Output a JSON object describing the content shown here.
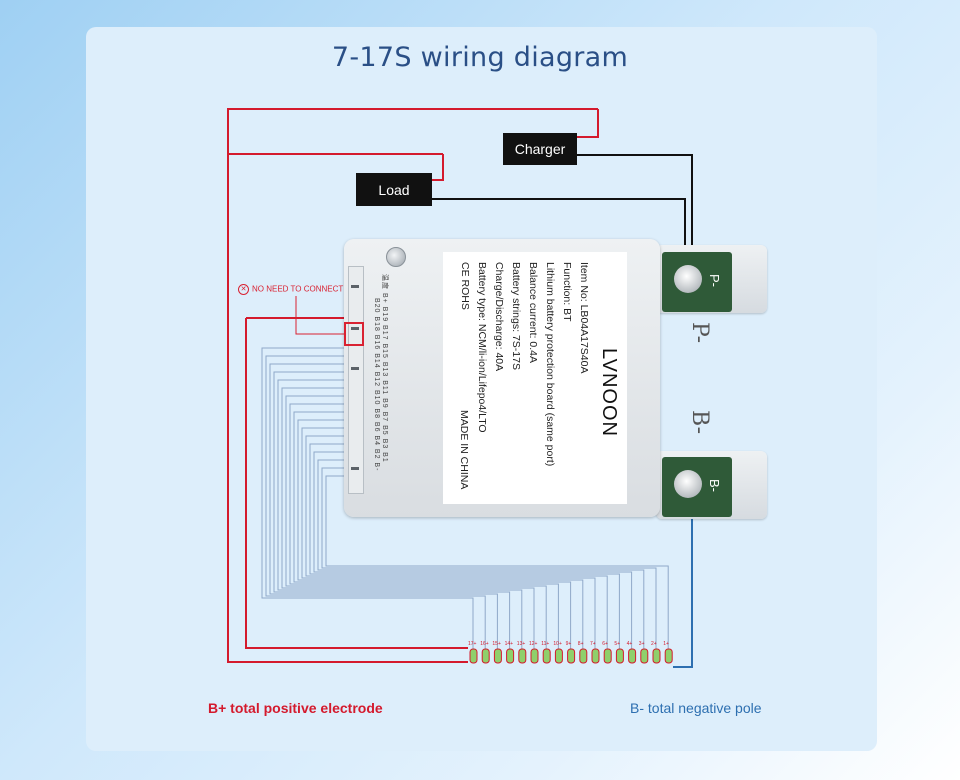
{
  "title": "7-17S wiring diagram",
  "blocks": {
    "charger": "Charger",
    "load": "Load"
  },
  "notice": "NO NEED TO CONNECT",
  "board_label": {
    "lines": [
      "Item No:   LB04A17S40A",
      "Function: BT",
      "Lithium battery protection board (same port)",
      "Balance current: 0.4A",
      "Battery strings: 7S-17S",
      "Charge/Discharge: 40A",
      "Battery type: NCM/li-ion/Lifepo4/LTO",
      "CE ROHS"
    ],
    "brand": "LVNOON",
    "made_in": "MADE IN CHINA"
  },
  "pin_labels": {
    "top": "温度 B+ B19 B17 B15 B13 B11 B9 B7 B5 B3 B1",
    "bottom": "B20 B18 B16 B14 B12 B10 B8 B6 B4 B2 B-"
  },
  "terminals": {
    "p_label": "P-",
    "b_label": "B-",
    "p_big": "P-",
    "b_big": "B-"
  },
  "cells": [
    "17+",
    "16+",
    "15+",
    "14+",
    "13+",
    "12+",
    "11+",
    "10+",
    "9+",
    "8+",
    "7+",
    "6+",
    "5+",
    "4+",
    "3+",
    "2+",
    "1+"
  ],
  "bottom_labels": {
    "positive": "B+ total positive electrode",
    "negative": "B- total negative pole"
  },
  "colors": {
    "positive": "#d41a2d",
    "negative": "#2d6fb0",
    "sense_wire": "#8fa8c8",
    "title": "#2a4f86"
  }
}
